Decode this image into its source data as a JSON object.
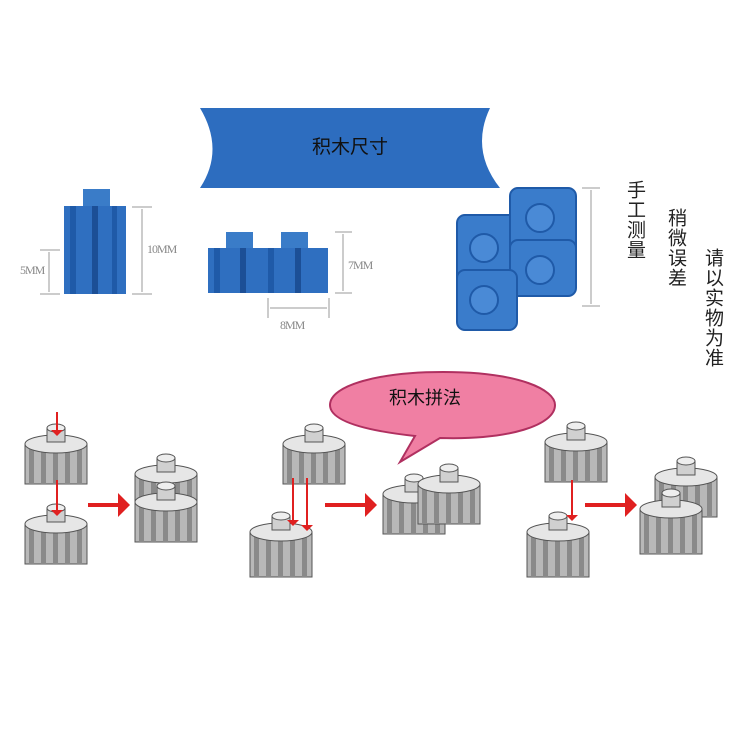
{
  "title": "积木尺寸",
  "dimensions": {
    "small_height": "5MM",
    "tall_height": "10MM",
    "double_height": "7MM",
    "pitch": "8MM"
  },
  "notes": {
    "col1": "手工测量",
    "col2": "稍微误差",
    "col3": "请以实物为准"
  },
  "assembly_title": "积木拼法",
  "colors": {
    "block_blue": "#2f6fc0",
    "banner_blue": "#2d6dbf",
    "bubble_pink": "#f07fa3",
    "arrow_red": "#e02020",
    "block_gray": "#b8b8b8"
  }
}
